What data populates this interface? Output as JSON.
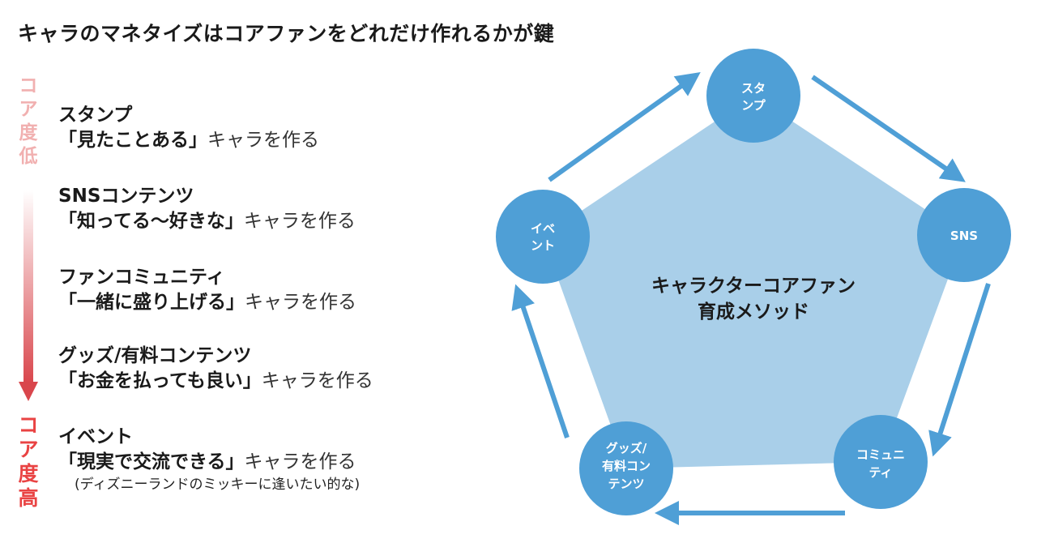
{
  "title": "キャラのマネタイズはコアファンをどれだけ作れるかが鍵",
  "scale": {
    "top_label": [
      "コ",
      "ア",
      "度",
      "低"
    ],
    "bottom_label": [
      "コ",
      "ア",
      "度",
      "高"
    ],
    "top_color": "#f1b0b0",
    "bottom_color": "#e94343"
  },
  "stages": [
    {
      "name": "スタンプ",
      "quote": "「見たことある」",
      "suffix": "キャラを作る"
    },
    {
      "name": "SNSコンテンツ",
      "quote": "「知ってる〜好きな」",
      "suffix": "キャラを作る"
    },
    {
      "name": "ファンコミュニティ",
      "quote": "「一緒に盛り上げる」",
      "suffix": "キャラを作る"
    },
    {
      "name": "グッズ/有料コンテンツ",
      "quote": "「お金を払っても良い」",
      "suffix": "キャラを作る"
    },
    {
      "name": "イベント",
      "quote": "「現実で交流できる」",
      "suffix": "キャラを作る",
      "note": "(ディズニーランドのミッキーに逢いたい的な)"
    }
  ],
  "cycle": {
    "center_line1": "キャラクターコアファン",
    "center_line2": "育成メソッド",
    "nodes": [
      {
        "lines": [
          "スタ",
          "ンプ"
        ]
      },
      {
        "lines": [
          "SNS"
        ]
      },
      {
        "lines": [
          "コミュニ",
          "ティ"
        ]
      },
      {
        "lines": [
          "グッズ/",
          "有料コン",
          "テンツ"
        ]
      },
      {
        "lines": [
          "イベ",
          "ント"
        ]
      }
    ],
    "node_color": "#4f9fd6",
    "pentagon_color": "#a9cfe9",
    "arrow_color": "#4f9fd6"
  }
}
